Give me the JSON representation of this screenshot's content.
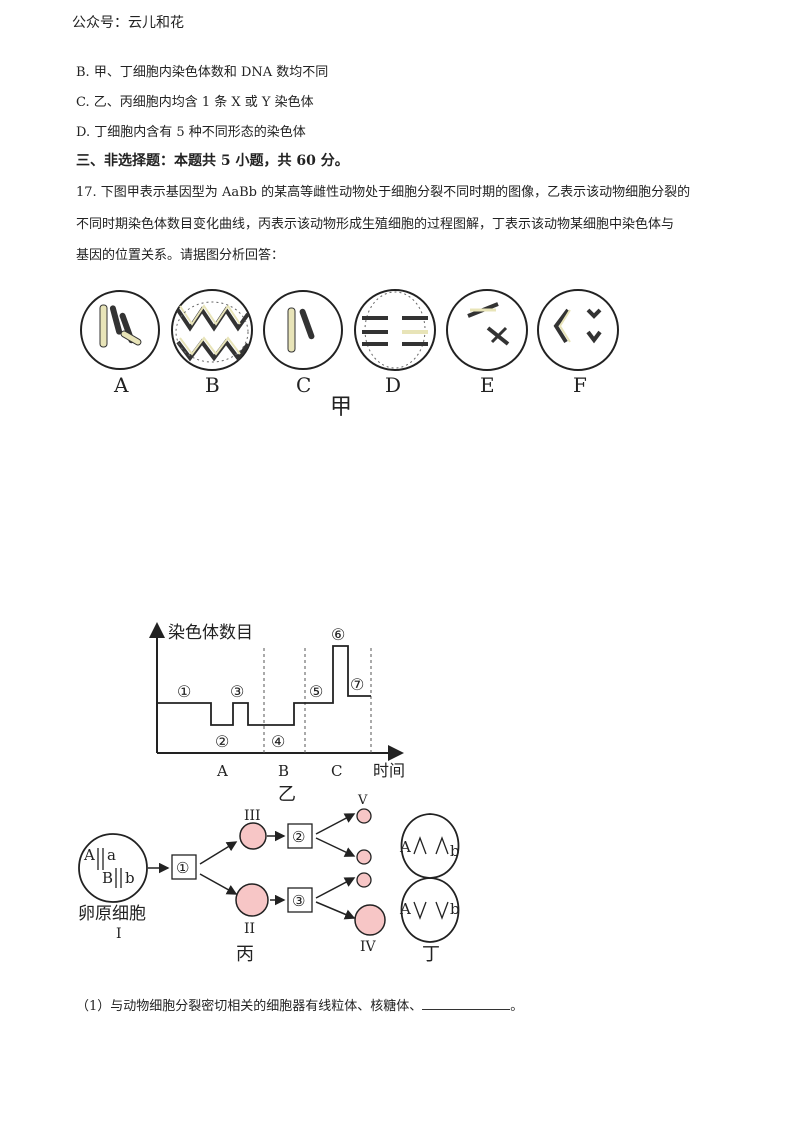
{
  "header": {
    "source": "公众号：云儿和花"
  },
  "options": [
    "B.  甲、丁细胞内染色体数和 DNA 数均不同",
    "C.  乙、丙细胞内均含 1 条 X 或 Y 染色体",
    "D.  丁细胞内含有 5 种不同形态的染色体"
  ],
  "section_title": "三、非选择题：本题共 5 小题，共 60 分。",
  "question": {
    "lines": [
      "17. 下图甲表示基因型为 AaBb 的某高等雌性动物处于细胞分裂不同时期的图像，乙表示该动物细胞分裂的",
      "不同时期染色体数目变化曲线，丙表示该动物形成生殖细胞的过程图解，丁表示该动物某细胞中染色体与",
      "基因的位置关系。请据图分析回答："
    ]
  },
  "figure_jia": {
    "cell_labels": [
      "A",
      "B",
      "C",
      "D",
      "E",
      "F"
    ],
    "caption": "甲"
  },
  "figure_yi": {
    "ylabel": "染色体数目",
    "xlabel": "时间",
    "stage_labels": [
      "A",
      "B",
      "C"
    ],
    "segment_labels": [
      "①",
      "②",
      "③",
      "④",
      "⑤",
      "⑥",
      "⑦"
    ],
    "caption": "乙"
  },
  "figure_bing": {
    "cell_genes": [
      "A",
      "a",
      "B",
      "b"
    ],
    "cell_name": "卵原细胞",
    "cell_numerals": [
      "I",
      "II",
      "III",
      "IV",
      "V"
    ],
    "process_labels": [
      "①",
      "②",
      "③"
    ],
    "caption": "丙"
  },
  "figure_ding": {
    "genes": [
      "A",
      "b",
      "A",
      "b"
    ],
    "caption": "丁"
  },
  "sub_question": {
    "text": "（1）与动物细胞分裂密切相关的细胞器有线粒体、核糖体、",
    "end": "。"
  }
}
